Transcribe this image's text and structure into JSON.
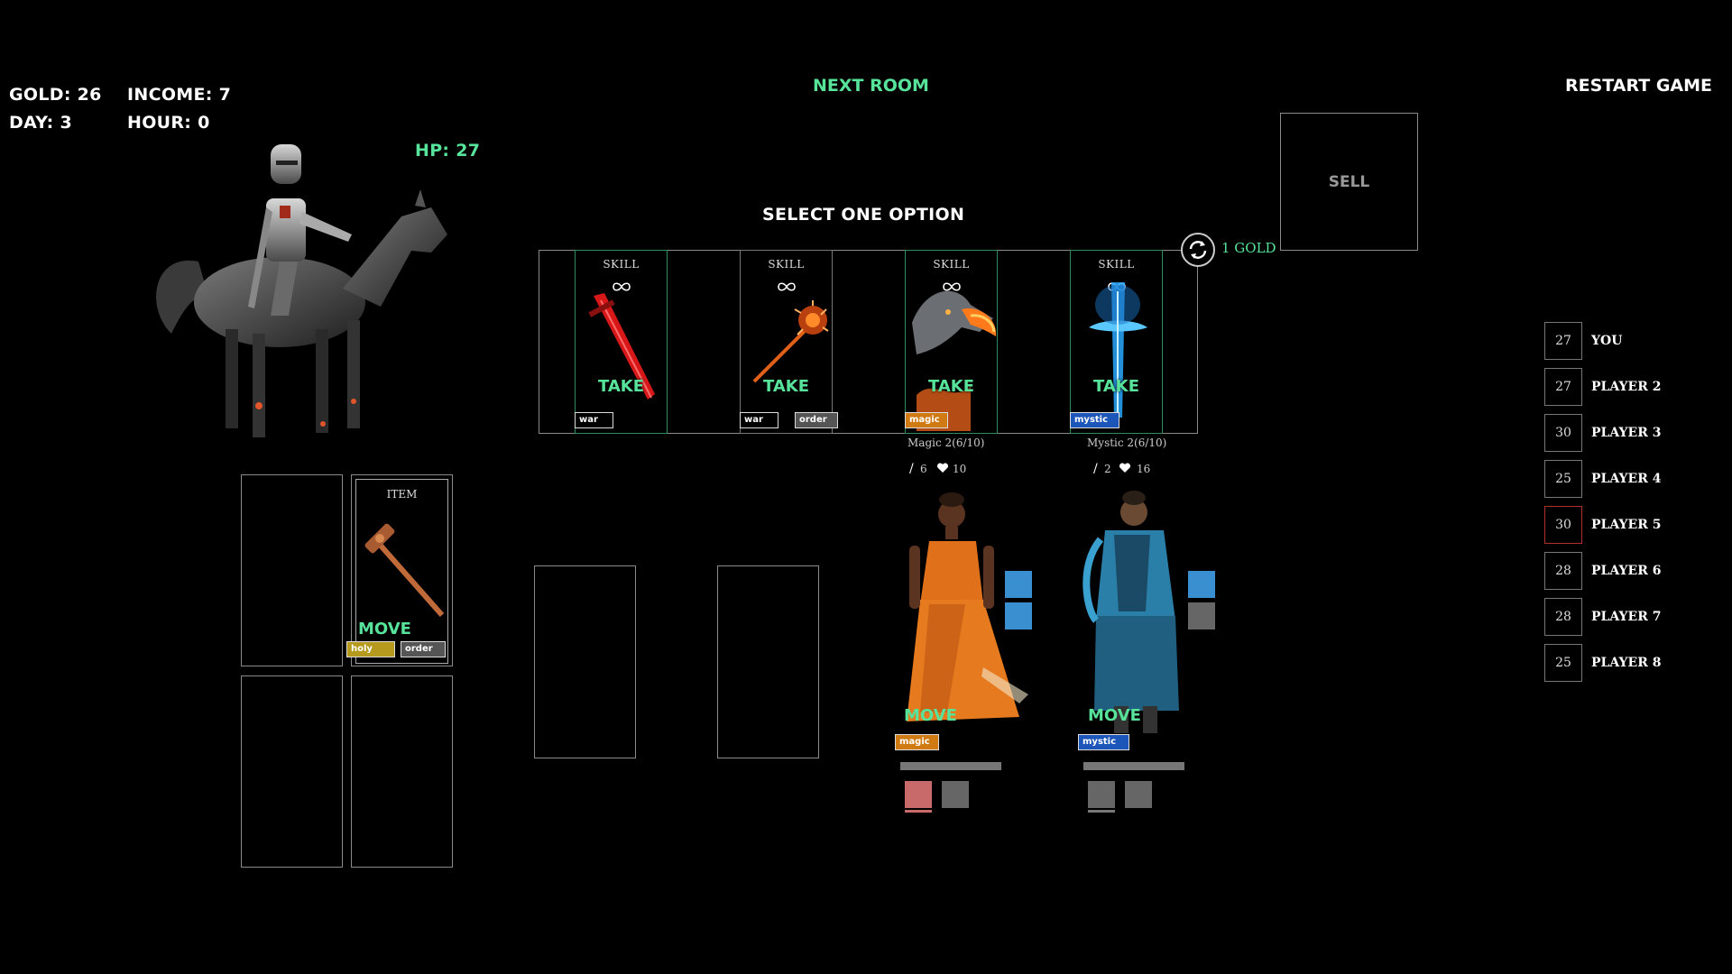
{
  "hud": {
    "gold": "GOLD: 26",
    "income": "INCOME: 7",
    "day": "DAY: 3",
    "hour": "HOUR: 0",
    "hp": "HP: 27"
  },
  "actions": {
    "next_room": "NEXT ROOM",
    "restart": "RESTART GAME",
    "sell": "SELL",
    "select_prompt": "SELECT ONE OPTION",
    "reroll_cost": "1 GOLD"
  },
  "options": [
    {
      "type": "SKILL",
      "take": "TAKE",
      "tags": [
        "war"
      ]
    },
    {
      "type": "SKILL",
      "take": "TAKE",
      "tags": [
        "war",
        "order"
      ]
    },
    {
      "type": "SKILL",
      "take": "TAKE",
      "tags": [
        "magic"
      ]
    },
    {
      "type": "SKILL",
      "take": "TAKE",
      "tags": [
        "mystic"
      ]
    }
  ],
  "inventory": {
    "item_card": {
      "type": "ITEM",
      "action": "MOVE",
      "tags": [
        "holy",
        "order"
      ]
    }
  },
  "allies": [
    {
      "class_label": "Magic 2(6/10)",
      "attack": "6",
      "health": "10",
      "action": "MOVE",
      "tag": "magic"
    },
    {
      "class_label": "Mystic 2(6/10)",
      "attack": "2",
      "health": "16",
      "action": "MOVE",
      "tag": "mystic"
    }
  ],
  "leaderboard": [
    {
      "score": "27",
      "name": "YOU"
    },
    {
      "score": "27",
      "name": "PLAYER 2"
    },
    {
      "score": "30",
      "name": "PLAYER 3"
    },
    {
      "score": "25",
      "name": "PLAYER 4"
    },
    {
      "score": "30",
      "name": "PLAYER 5"
    },
    {
      "score": "28",
      "name": "PLAYER 6"
    },
    {
      "score": "28",
      "name": "PLAYER 7"
    },
    {
      "score": "25",
      "name": "PLAYER 8"
    }
  ],
  "colors": {
    "accent_green": "#57e39a",
    "card_border": "#2e8f5a",
    "magic": "#d07a14",
    "mystic": "#1c56b8",
    "holy": "#b59a1e",
    "buff_blue": "#3a8fd0",
    "highlight_red": "#b03030"
  },
  "icons": [
    "reroll-icon",
    "infinity-icon",
    "sword-icon",
    "heart-icon"
  ]
}
